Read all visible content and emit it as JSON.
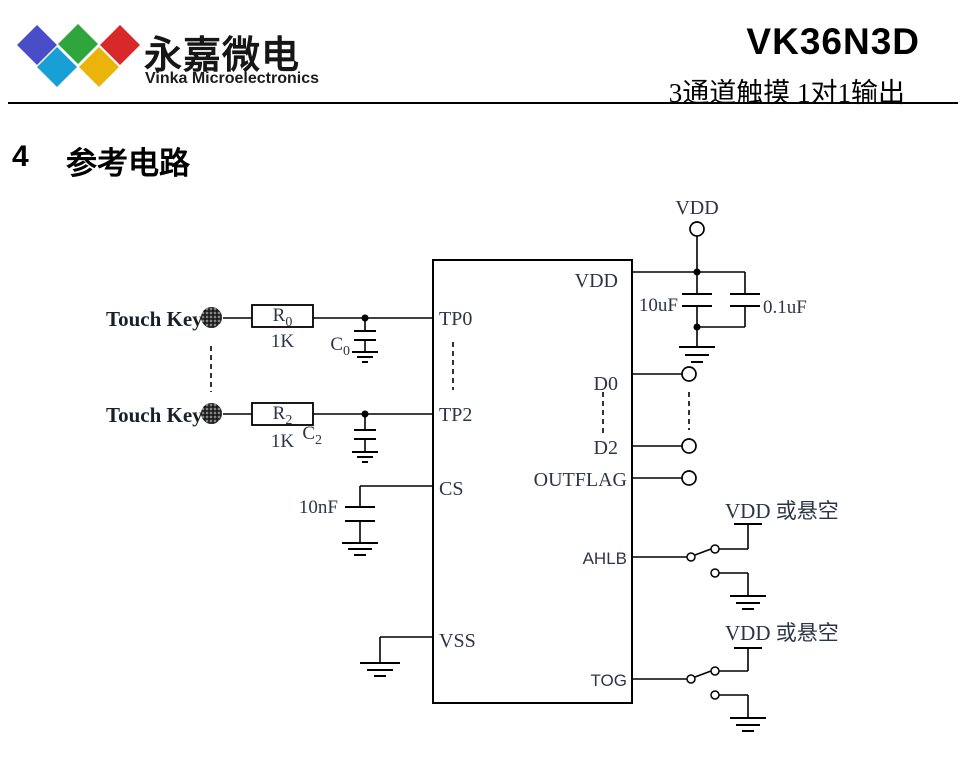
{
  "header": {
    "brand_cn": "永嘉微电",
    "brand_en": "Vinka Microelectronics",
    "part_number": "VK36N3D",
    "subtitle": "3通道触摸 1对1输出",
    "logo_colors": {
      "d1": "#4a4dc8",
      "d2": "#189fd5",
      "d3": "#2fa63c",
      "d4": "#eab40a",
      "d5": "#d8282a"
    }
  },
  "section": {
    "number": "4",
    "title": "参考电路"
  },
  "circuit": {
    "touch_key_label_1": "Touch Key",
    "touch_key_label_2": "Touch Key",
    "r0": {
      "name": "R",
      "sub": "0",
      "value": "1K"
    },
    "r2": {
      "name": "R",
      "sub": "2",
      "value": "1K"
    },
    "c0": {
      "name": "C",
      "sub": "0"
    },
    "c2": {
      "name": "C",
      "sub": "2"
    },
    "cs_cap_value": "10nF",
    "vdd_net_label": "VDD",
    "bulk_cap_value": "10uF",
    "bypass_cap_value": "0.1uF",
    "pins": {
      "vdd": "VDD",
      "tp0": "TP0",
      "tp2": "TP2",
      "cs": "CS",
      "vss": "VSS",
      "d0": "D0",
      "d2": "D2",
      "outflag": "OUTFLAG",
      "ahlb": "AHLB",
      "tog": "TOG"
    },
    "ahlb_option": "VDD 或悬空",
    "tog_option": "VDD 或悬空"
  }
}
